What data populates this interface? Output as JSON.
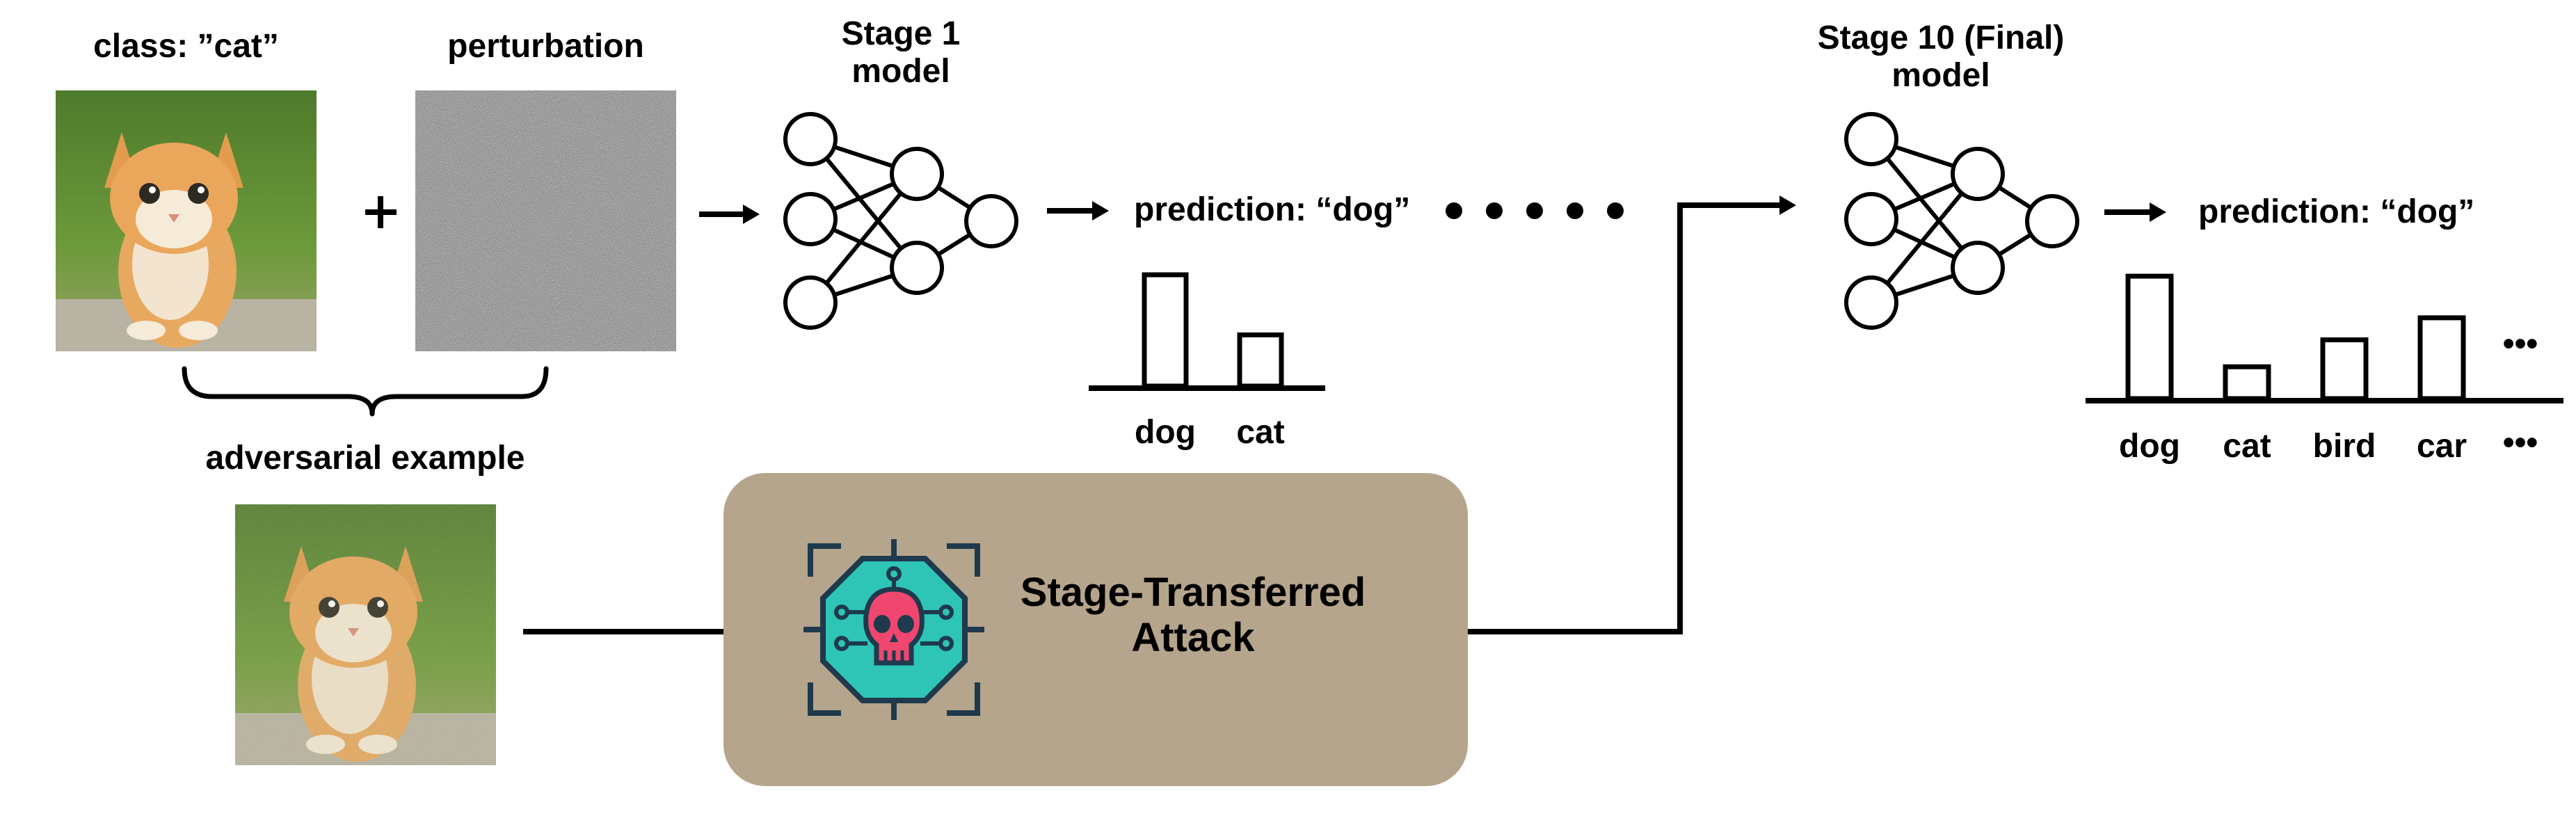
{
  "input": {
    "class_label": "class: ”cat”",
    "perturbation_label": "perturbation",
    "adversarial_label": "adversarial example"
  },
  "stage1": {
    "title_line1": "Stage 1",
    "title_line2": "model",
    "prediction": "prediction: “dog”",
    "bars": [
      {
        "label": "dog",
        "value": 1.0
      },
      {
        "label": "cat",
        "value": 0.46
      }
    ]
  },
  "stage_final": {
    "title_line1": "Stage 10 (Final)",
    "title_line2": "model",
    "prediction": "prediction: “dog”",
    "bars": [
      {
        "label": "dog",
        "value": 1.0
      },
      {
        "label": "cat",
        "value": 0.26
      },
      {
        "label": "bird",
        "value": 0.48
      },
      {
        "label": "car",
        "value": 0.66
      }
    ],
    "more_label": "•••"
  },
  "attack": {
    "line1": "Stage-Transferred",
    "line2": "Attack",
    "icon": "skull-target-icon",
    "icon_color": "#2ec4b6",
    "skull_color": "#ef476f"
  },
  "colors": {
    "box_fill": "#b5a58c",
    "stroke": "#000000"
  }
}
